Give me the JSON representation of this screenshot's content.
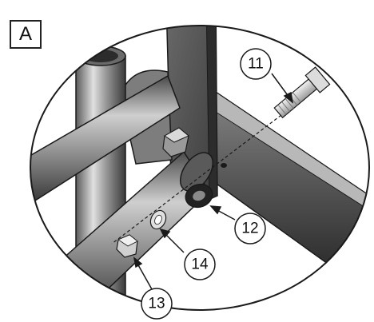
{
  "panel_label": "A",
  "callouts": [
    {
      "id": "11",
      "label": "11"
    },
    {
      "id": "12",
      "label": "12"
    },
    {
      "id": "13",
      "label": "13"
    },
    {
      "id": "14",
      "label": "14"
    }
  ],
  "colors": {
    "outline": "#1a1a1a",
    "steel_dark": "#3c3c3c",
    "steel_mid": "#8a8a8a",
    "steel_light": "#d2d2d2",
    "background": "#ffffff"
  }
}
